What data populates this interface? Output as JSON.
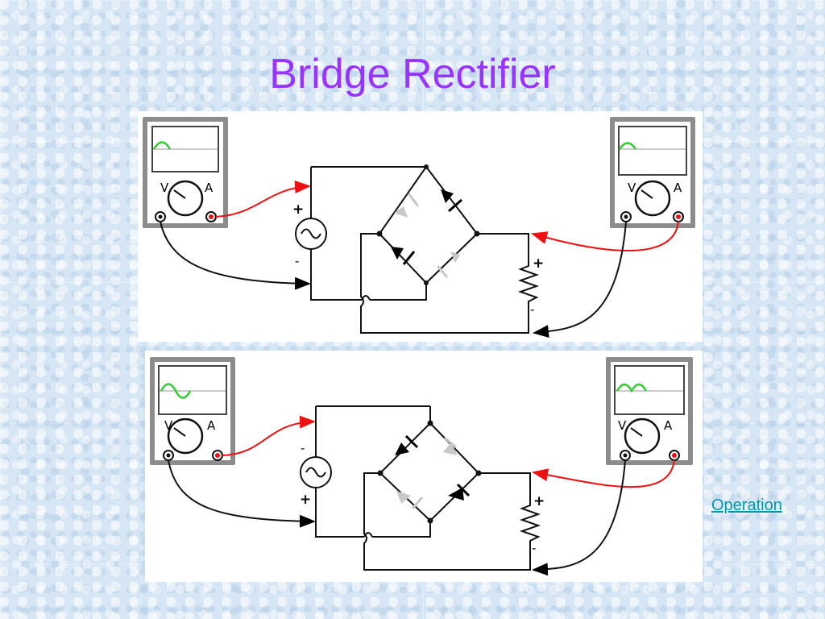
{
  "slide": {
    "title": "Bridge Rectifier",
    "link_label": "Operation"
  },
  "meter": {
    "volt_label": "V",
    "amp_label": "A"
  },
  "circuit_top": {
    "source_top_polarity": "+",
    "source_bottom_polarity": "-",
    "load_top_polarity": "+",
    "load_bottom_polarity": "-",
    "conducting_diodes": [
      "upper-right",
      "lower-left"
    ],
    "input_trace": "positive half-cycle",
    "output_trace": "positive half-cycle"
  },
  "circuit_bottom": {
    "source_top_polarity": "-",
    "source_bottom_polarity": "+",
    "load_top_polarity": "+",
    "load_bottom_polarity": "-",
    "conducting_diodes": [
      "upper-left",
      "lower-right"
    ],
    "input_trace": "full sine wave",
    "output_trace": "two positive half-cycles"
  },
  "colors": {
    "title": "#9933ff",
    "link": "#0099aa",
    "trace": "#33cc33",
    "probe_red": "#ee1111",
    "diode_on": "#000000",
    "diode_off": "#c8c8c8",
    "meter_case": "#8c8c8c"
  }
}
